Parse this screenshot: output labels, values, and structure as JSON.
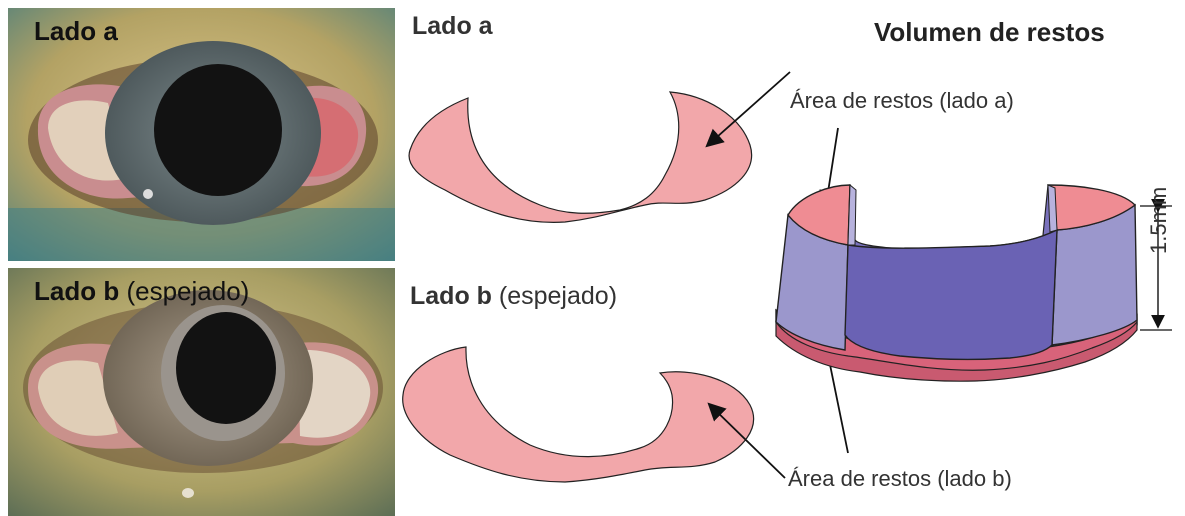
{
  "photos": {
    "top_label_bold": "Lado a",
    "bottom_label_bold": "Lado b",
    "bottom_label_suffix": "(espejado)"
  },
  "outlines": {
    "top_label_bold": "Lado a",
    "bottom_label_bold": "Lado b",
    "bottom_label_suffix": "(espejado)"
  },
  "volume": {
    "title": "Volumen de restos",
    "callout_top": "Área de restos (lado a)",
    "callout_bottom": "Área de restos (lado b)",
    "height_label": "1.5mm"
  },
  "colors": {
    "debris_pink": "#f2a7aa",
    "volume_top_pink": "#ef8c93",
    "volume_bottom_red": "#d8637a",
    "volume_blue_light": "#9b97cc",
    "volume_blue_dark": "#6a62b4"
  }
}
